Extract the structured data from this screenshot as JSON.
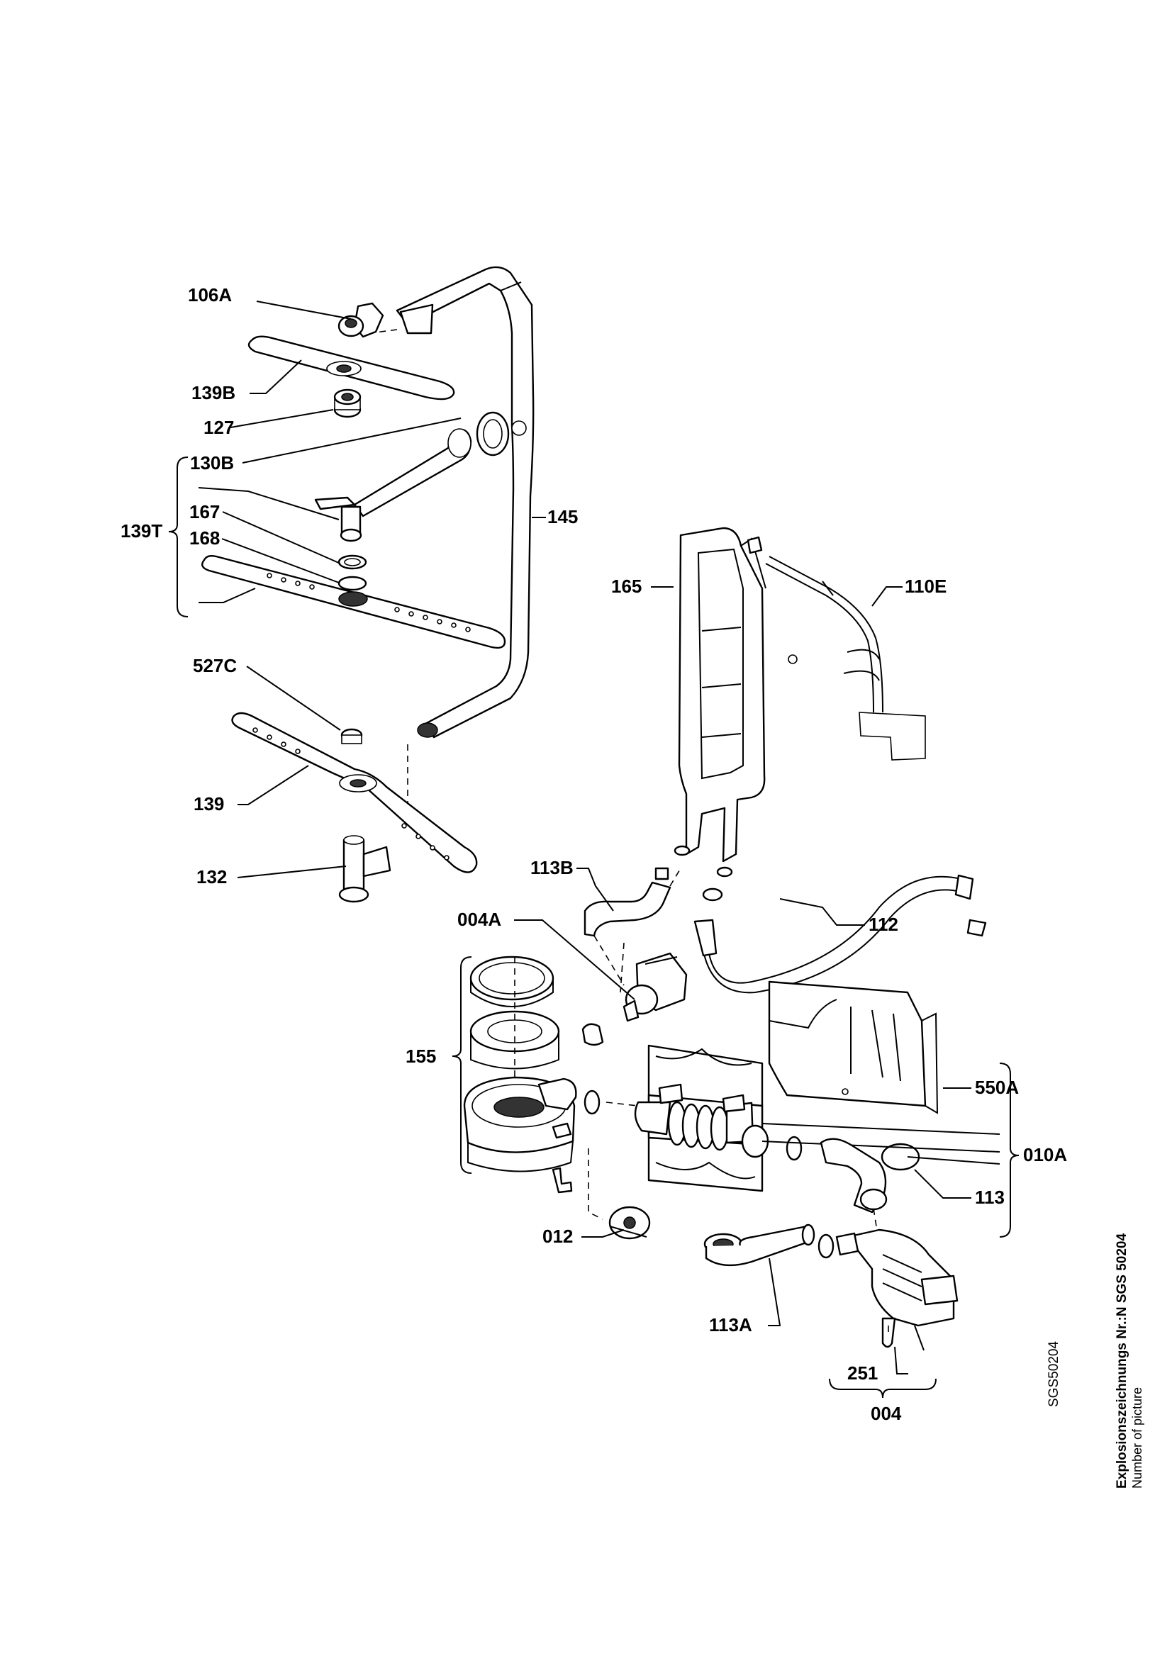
{
  "labels": {
    "l106A": "106A",
    "l139B": "139B",
    "l127": "127",
    "l130B": "130B",
    "l139T": "139T",
    "l167": "167",
    "l168": "168",
    "l145": "145",
    "l527C": "527C",
    "l139": "139",
    "l132": "132",
    "l165": "165",
    "l110E": "110E",
    "l113B": "113B",
    "l112": "112",
    "l004A": "004A",
    "l155": "155",
    "l550A": "550A",
    "l010A": "010A",
    "l113": "113",
    "l012": "012",
    "l113A": "113A",
    "l251": "251",
    "l004": "004"
  },
  "caption": {
    "picture_code": "SGS50204",
    "title": "Explosionszeichnungs Nr.:N SGS 50204",
    "subtitle": "Number of picture"
  }
}
